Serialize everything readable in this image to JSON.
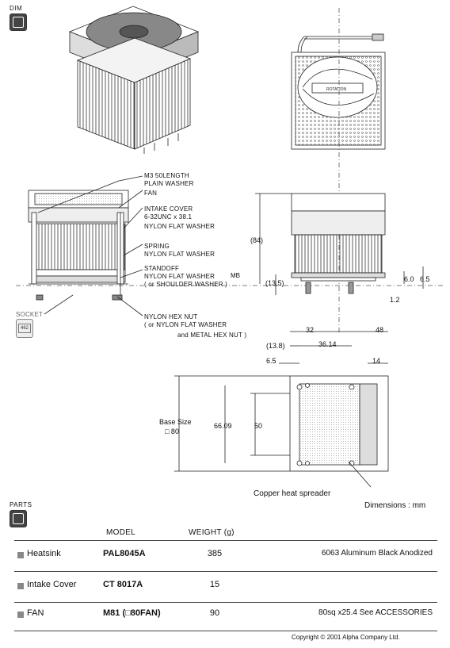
{
  "dim_section": {
    "title": "DIM"
  },
  "socket": {
    "label": "SOCKET",
    "value": "462"
  },
  "callouts": {
    "m3": "M3  50LENGTH",
    "plain_washer": "PLAIN WASHER",
    "fan": "FAN",
    "intake_cover": "INTAKE COVER",
    "unc": "6-32UNC x 38.1",
    "nylon_flat_1": "NYLON  FLAT WASHER",
    "spring": "SPRING",
    "nylon_flat_2": "NYLON  FLAT WASHER",
    "standoff": "STANDOFF",
    "nylon_flat_3": "NYLON  FLAT WASHER",
    "shoulder": "( or SHOULDER WASHER )",
    "hex_nut": "NYLON  HEX NUT",
    "hex_nut_alt": "( or NYLON  FLAT WASHER",
    "hex_nut_alt2": "and METAL HEX NUT )",
    "copper": "Copper heat spreader",
    "rotation": "ROTATION"
  },
  "dims": {
    "d84": "(84)",
    "mb": "MB",
    "d13_5": "(13.5)",
    "d6_0": "6.0",
    "d6_5_right": "6.5",
    "d1_2": "1.2",
    "d32": "32",
    "d48": "48",
    "d13_8": "(13.8)",
    "d36_14": "36.14",
    "d6_5": "6.5",
    "d14": "14",
    "base_size": "Base Size",
    "base_80": "□ 80",
    "d66_09": "66.09",
    "d50": "50"
  },
  "units_note": "Dimensions : mm",
  "parts_section": {
    "title": "PARTS"
  },
  "table": {
    "headers": {
      "model": "MODEL",
      "weight": "WEIGHT (g)"
    },
    "rows": [
      {
        "name": "Heatsink",
        "model": "PAL8045A",
        "weight": "385",
        "desc": "6063 Aluminum  Black Anodized"
      },
      {
        "name": "Intake Cover",
        "model": "CT 8017A",
        "weight": "15",
        "desc": ""
      },
      {
        "name": "FAN",
        "model": "M81 (□80FAN)",
        "weight": "90",
        "desc": "80sq x25.4   See ACCESSORIES"
      }
    ]
  },
  "copyright": "Copyright ©  2001   Alpha Company Ltd."
}
